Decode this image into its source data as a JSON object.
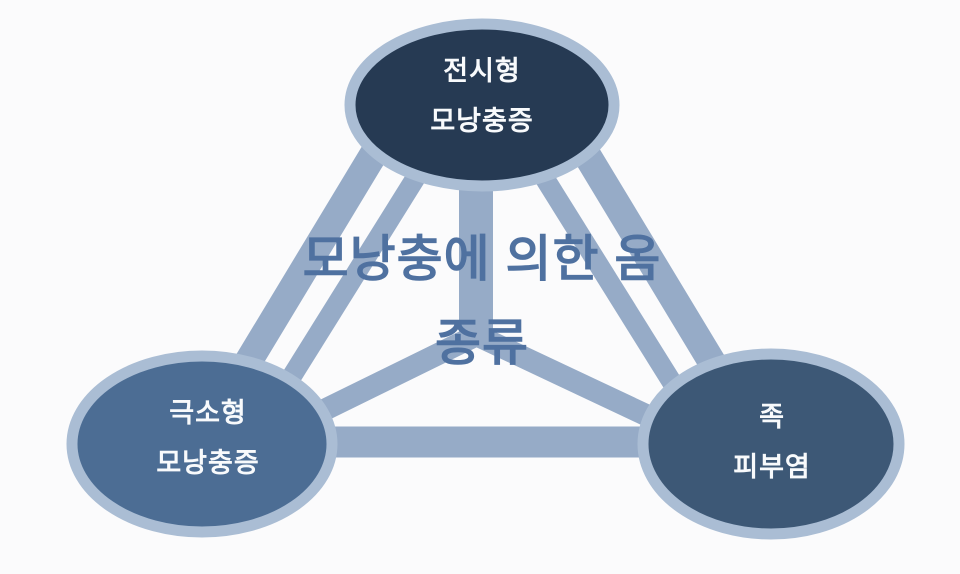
{
  "diagram": {
    "center_title": {
      "line1": "모낭충에 의한 옴",
      "line2": "종류"
    },
    "nodes": {
      "top": {
        "line1": "전시형",
        "line2": "모낭충증"
      },
      "bottom_left": {
        "line1": "극소형",
        "line2": "모낭충증"
      },
      "bottom_right": {
        "line1": "족",
        "line2": "피부염"
      }
    }
  },
  "colors": {
    "background": "#fbfbfc",
    "connector": "#96abc7",
    "ellipse_border": "#aabdd4",
    "node_fill_top": "#263a53",
    "node_fill_bottom_left": "#4c6d94",
    "node_fill_bottom_right": "#3d5876",
    "center_text": "#4f71a0",
    "node_text": "#f8fafc"
  }
}
